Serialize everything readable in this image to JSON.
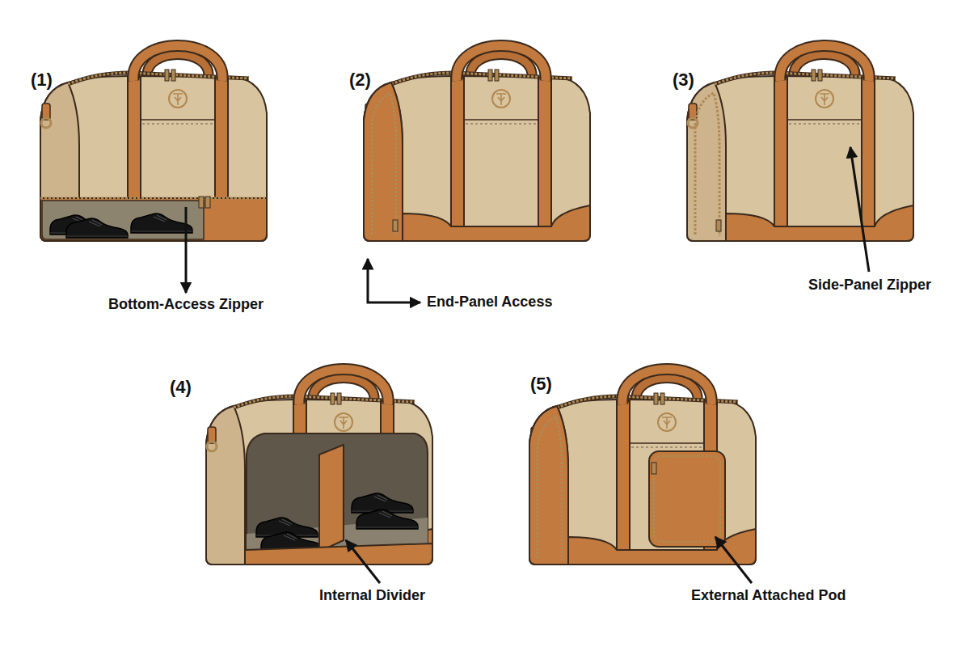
{
  "diagram": {
    "labels": [
      "(1)",
      "(2)",
      "(3)",
      "Bottom-Access Zipper",
      "End-Panel Access",
      "Side-Panel Zipper",
      "(4)",
      "(5)",
      "Internal Divider",
      "External Attached Pod"
    ]
  }
}
